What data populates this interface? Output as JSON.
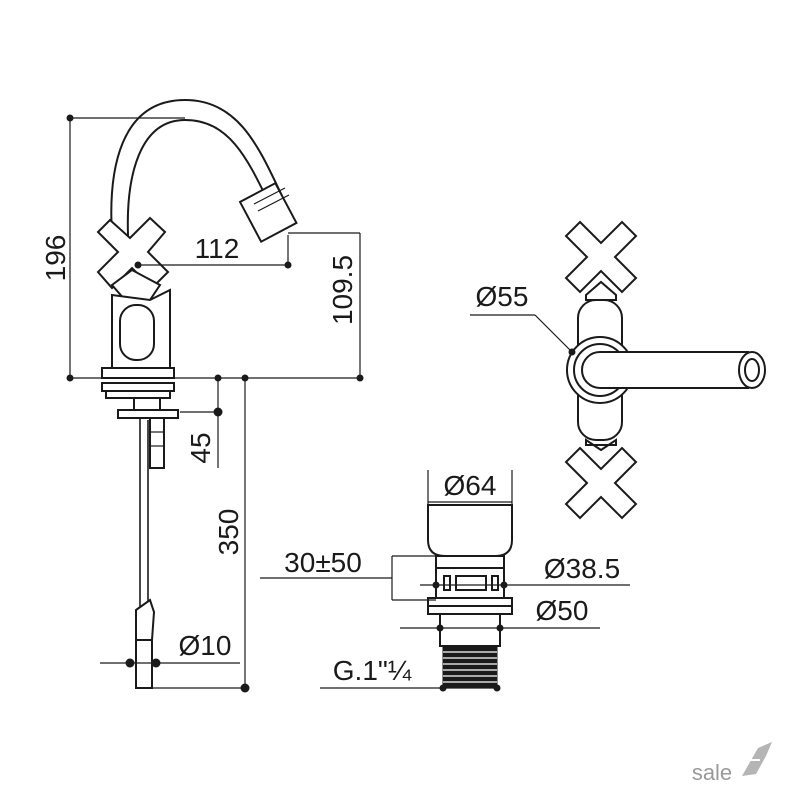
{
  "dimensions": {
    "height_total": "196",
    "spout_reach": "112",
    "spout_height": "109.5",
    "shank_length": "45",
    "hose_length": "350",
    "hose_diameter": "Ø10",
    "handle_diameter": "Ø55",
    "cap_diameter": "Ø64",
    "stroke": "30±50",
    "body_diameter": "Ø38.5",
    "flange_diameter": "Ø50",
    "thread": "G.1\"¼"
  },
  "watermark": {
    "text": "sale"
  }
}
